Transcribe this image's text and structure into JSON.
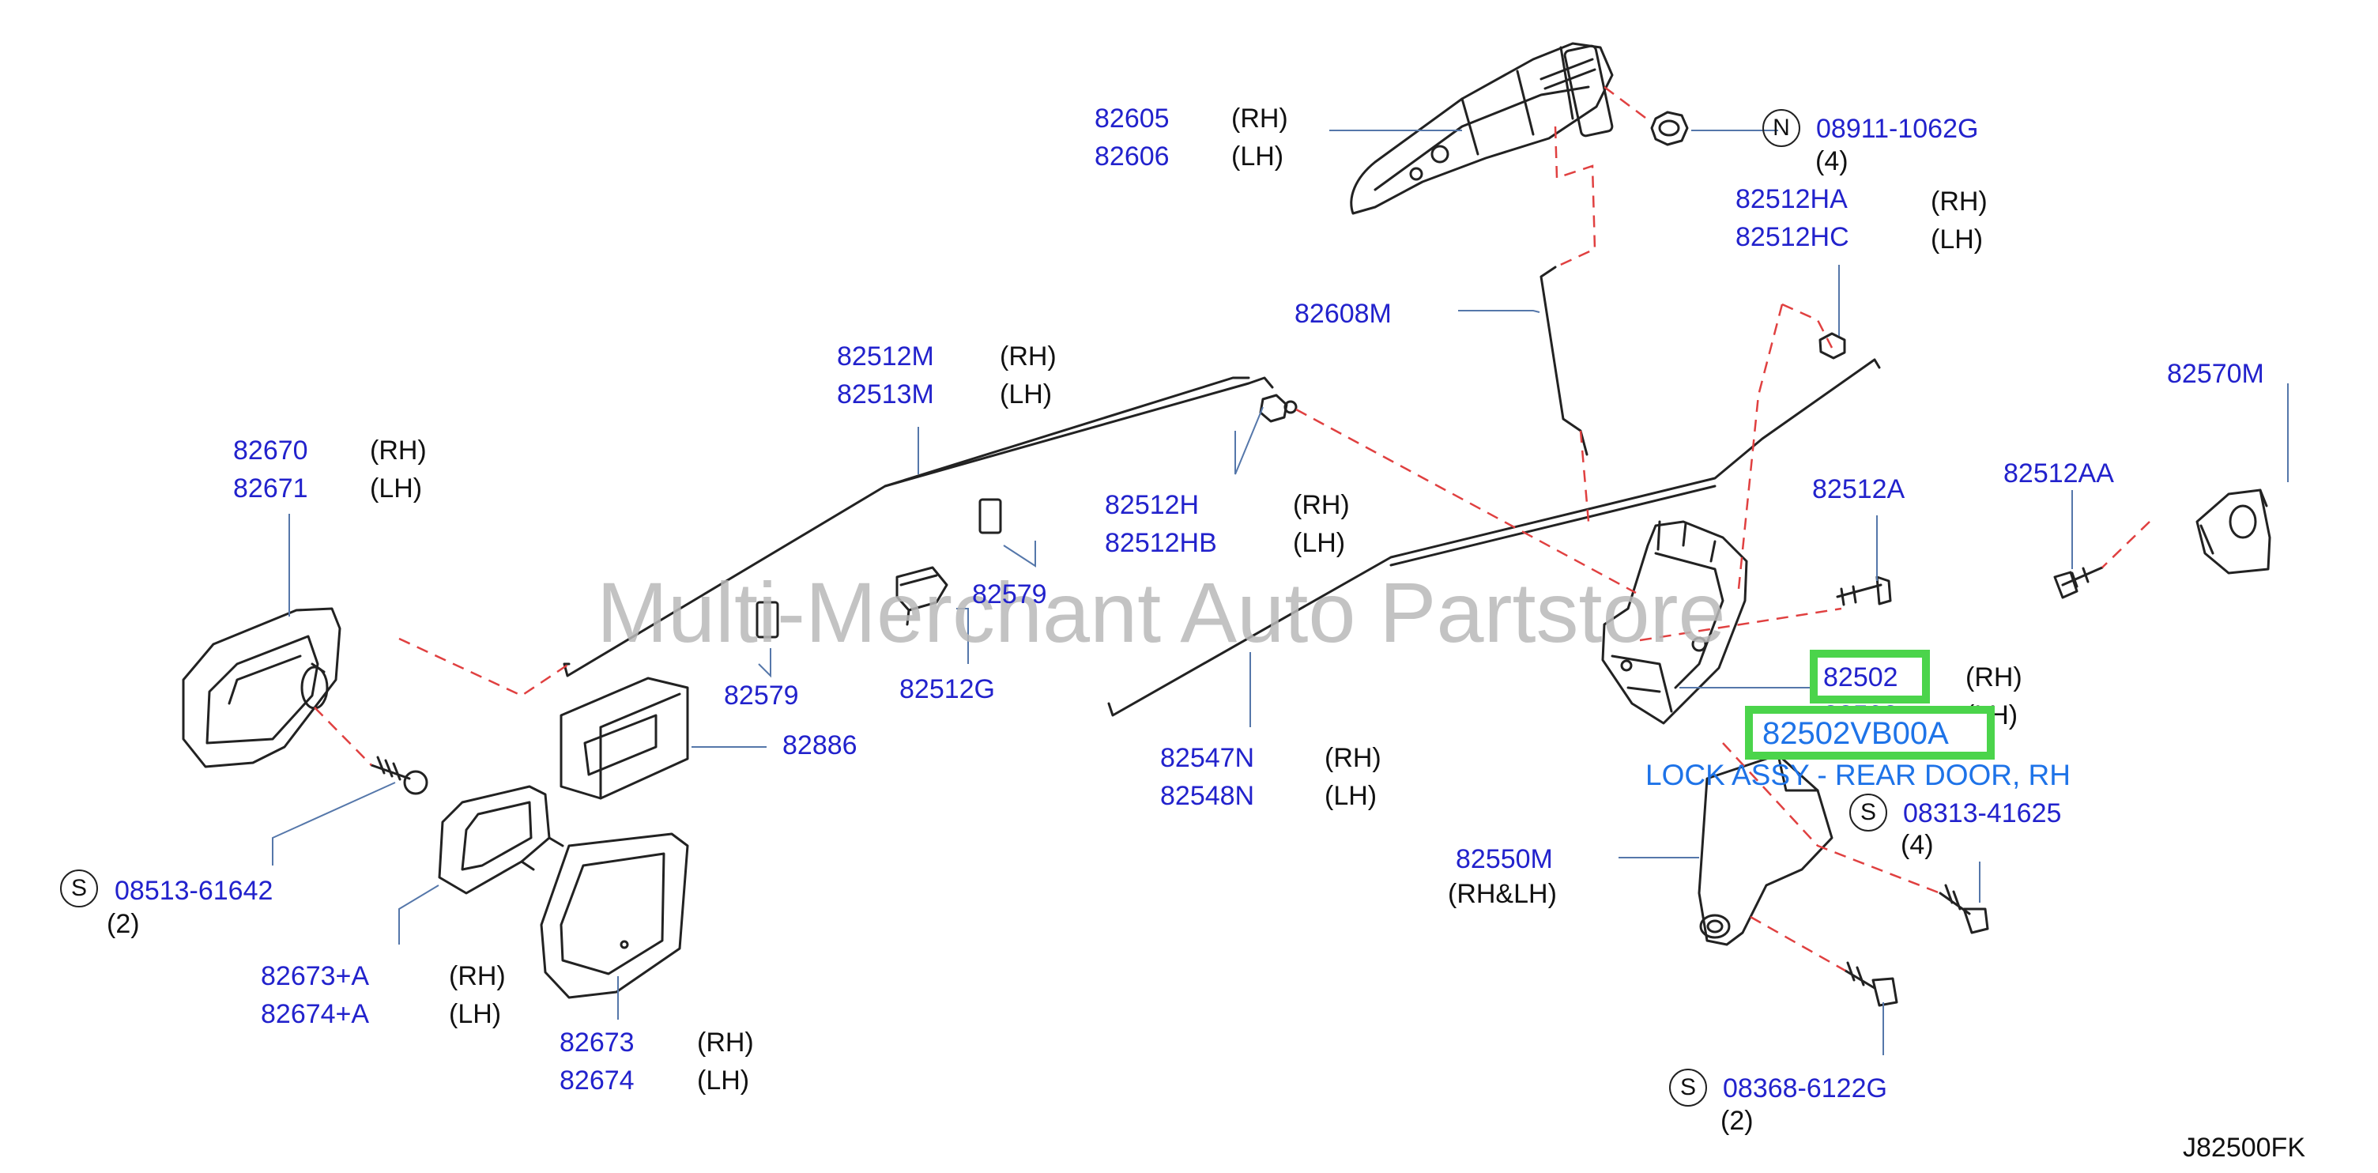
{
  "diagram": {
    "watermark": "Multi-Merchant Auto Partstore",
    "reference_code": "J82500FK",
    "highlight": {
      "part_number": "82502VB00A",
      "description": "LOCK ASSY - REAR DOOR, RH"
    },
    "labels": {
      "p82605": "82605",
      "p82606": "82606",
      "p08911": "08911-1062G",
      "p08911_qty": "(4)",
      "p08911_sym": "N",
      "p82512HA": "82512HA",
      "p82512HC": "82512HC",
      "p82608M": "82608M",
      "p82512M": "82512M",
      "p82513M": "82513M",
      "p82670": "82670",
      "p82671": "82671",
      "p82512H": "82512H",
      "p82512HB": "82512HB",
      "p82579a": "82579",
      "p82579b": "82579",
      "p82512G": "82512G",
      "p82570M": "82570M",
      "p82512AA": "82512AA",
      "p82512A": "82512A",
      "p82502": "82502",
      "p82503": "82503",
      "p82886": "82886",
      "p82547N": "82547N",
      "p82548N": "82548N",
      "p08513": "08513-61642",
      "p08513_qty": "(2)",
      "p08513_sym": "S",
      "p08313": "08313-41625",
      "p08313_qty": "(4)",
      "p08313_sym": "S",
      "p82550M": "82550M",
      "p82550M_side": "(RH&LH)",
      "p82673A": "82673+A",
      "p82674A": "82674+A",
      "p82673": "82673",
      "p82674": "82674",
      "p08368": "08368-6122G",
      "p08368_qty": "(2)",
      "p08368_sym": "S",
      "rh": "(RH)",
      "lh": "(LH)"
    }
  }
}
